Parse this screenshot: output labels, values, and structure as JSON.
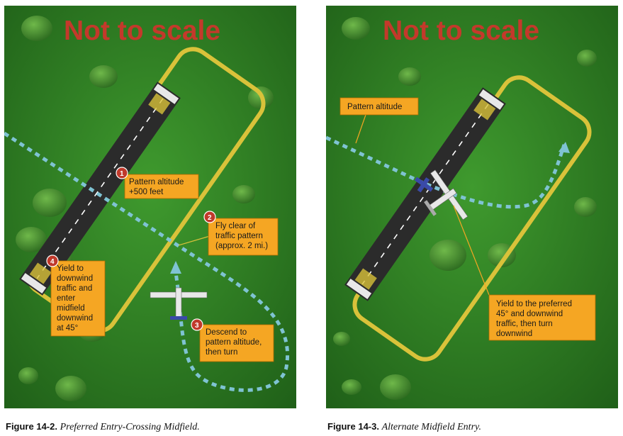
{
  "left_panel": {
    "heading": "Not to scale",
    "callouts": [
      {
        "number": "1",
        "lines": [
          "Pattern altitude",
          "+500 feet"
        ]
      },
      {
        "number": "2",
        "lines": [
          "Fly clear of",
          "traffic pattern",
          "(approx. 2 mi.)"
        ]
      },
      {
        "number": "3",
        "lines": [
          "Descend to",
          "pattern altitude,",
          "then turn"
        ]
      },
      {
        "number": "4",
        "lines": [
          "Yield to",
          "downwind",
          "traffic and",
          "enter",
          "midfield",
          "downwind",
          "at 45°"
        ]
      }
    ],
    "caption_label": "Figure 14-2.",
    "caption_text": "Preferred Entry-Crossing Midfield."
  },
  "right_panel": {
    "heading": "Not to scale",
    "callouts": [
      {
        "lines": [
          "Pattern altitude"
        ]
      },
      {
        "lines": [
          "Yield to the preferred",
          "45° and downwind",
          "traffic, then turn",
          "downwind"
        ]
      }
    ],
    "caption_label": "Figure 14-3.",
    "caption_text": "Alternate Midfield Entry."
  },
  "colors": {
    "grass": "#2f7d22",
    "heading": "#c4392b",
    "pattern": "#d9c23a",
    "path": "#7fc3d3",
    "callout_box": "#f5a623",
    "number_badge": "#c0392b"
  }
}
